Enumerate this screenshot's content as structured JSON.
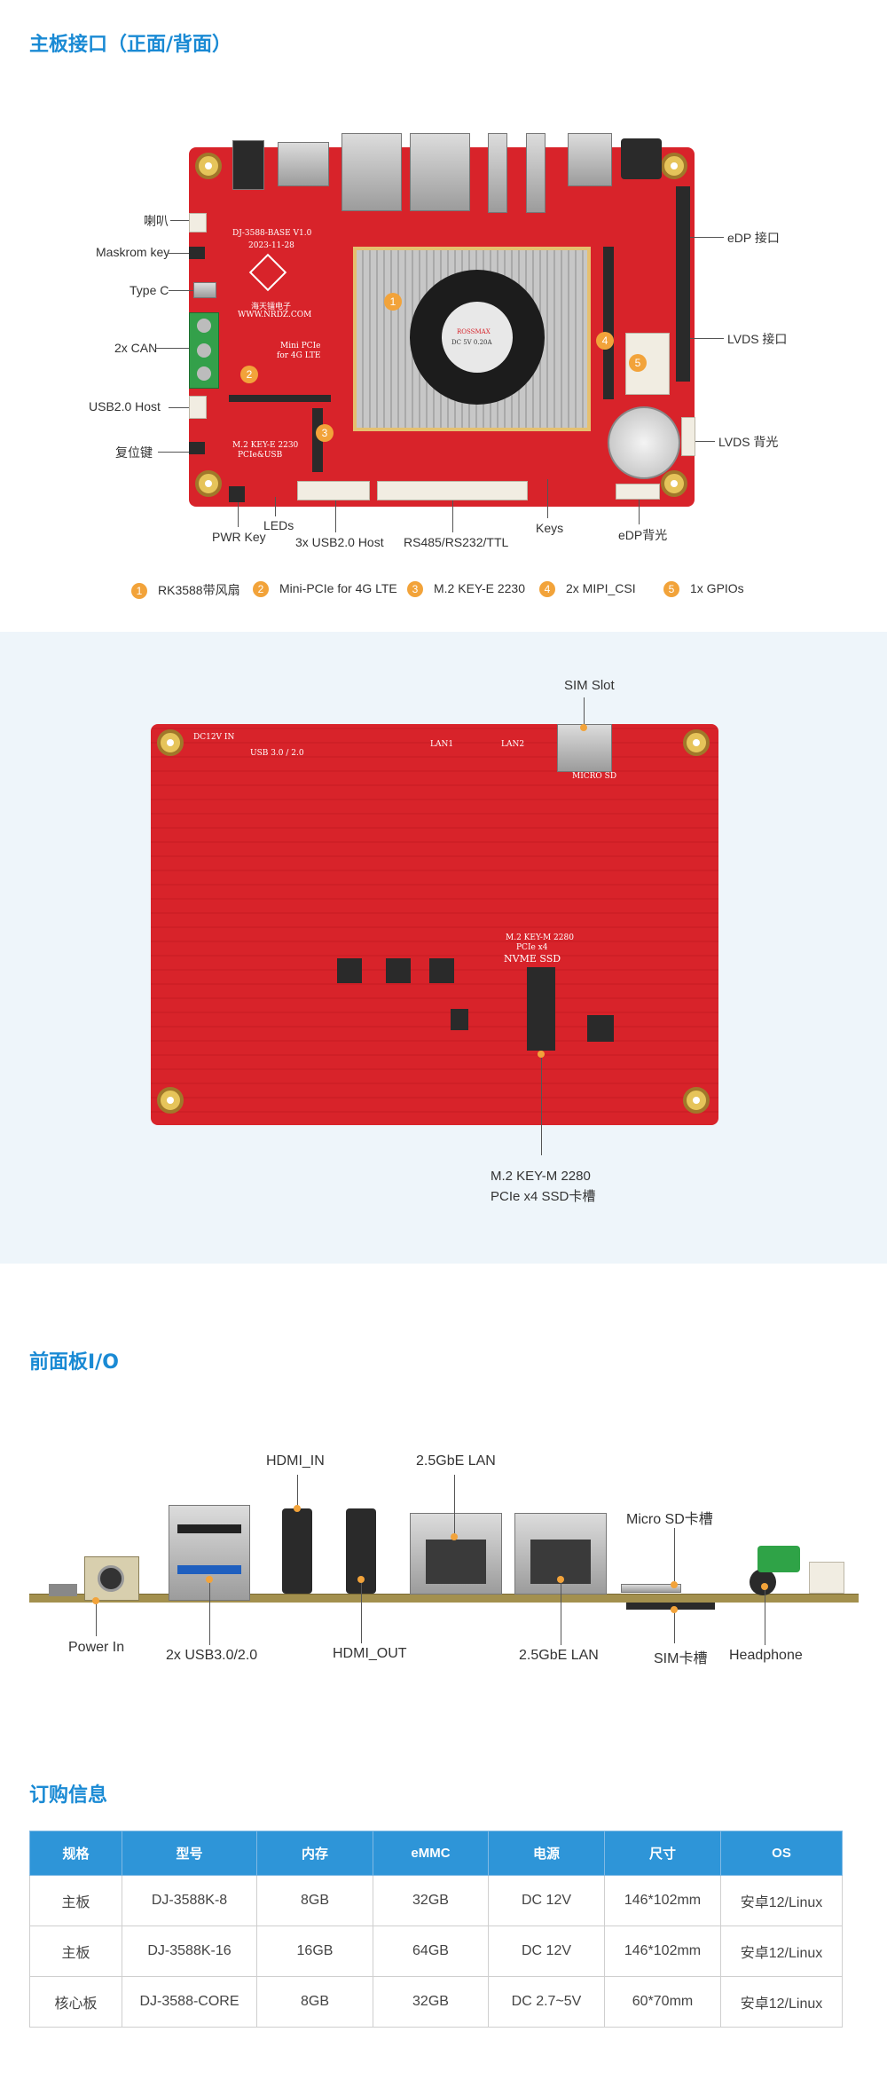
{
  "sections": {
    "front_back_title": "主板接口（正面/背面）",
    "io_title": "前面板I/O",
    "order_title": "订购信息"
  },
  "front_labels": {
    "speaker": "喇叭",
    "maskrom": "Maskrom key",
    "typec": "Type C",
    "can": "2x CAN",
    "usb2": "USB2.0 Host",
    "reset": "复位键",
    "pwr": "PWR Key",
    "leds": "LEDs",
    "usb2x3": "3x USB2.0 Host",
    "rs485": "RS485/RS232/TTL",
    "keys": "Keys",
    "edp_bl": "eDP背光",
    "edp": "eDP 接口",
    "lvds": "LVDS 接口",
    "lvds_bl": "LVDS 背光"
  },
  "silkscreen": {
    "model": "DJ-3588-BASE V1.0",
    "date": "2023-11-28",
    "brand": "海天镭电子",
    "url": "WWW.NRDZ.COM",
    "minipcie": "Mini PCIe",
    "for4g": "for 4G LTE",
    "m2e": "M.2 KEY-E 2230",
    "m2e_sub": "PCIe&USB",
    "dc": "DC12V IN",
    "usb3": "USB 3.0 / 2.0",
    "lan1": "LAN1",
    "lan2": "LAN2",
    "microsd": "MICRO SD",
    "nvme_title": "M.2 KEY-M 2280",
    "nvme_sub": "PCIe x4",
    "nvme": "NVME SSD",
    "fan1": "ROSSMAX",
    "fan2": "DC 5V 0.20A"
  },
  "legend": [
    {
      "num": "1",
      "text": "RK3588带风扇"
    },
    {
      "num": "2",
      "text": "Mini-PCIe for 4G LTE"
    },
    {
      "num": "3",
      "text": "M.2 KEY-E 2230"
    },
    {
      "num": "4",
      "text": "2x MIPI_CSI"
    },
    {
      "num": "5",
      "text": "1x GPIOs"
    }
  ],
  "back_labels": {
    "sim": "SIM Slot",
    "m2_line1": "M.2 KEY-M 2280",
    "m2_line2": "PCIe x4 SSD卡槽"
  },
  "io_labels": {
    "hdmi_in": "HDMI_IN",
    "lan_top": "2.5GbE LAN",
    "microsd": "Micro SD卡槽",
    "power": "Power In",
    "usb": "2x USB3.0/2.0",
    "hdmi_out": "HDMI_OUT",
    "lan_bottom": "2.5GbE LAN",
    "sim": "SIM卡槽",
    "headphone": "Headphone"
  },
  "table": {
    "headers": [
      "规格",
      "型号",
      "内存",
      "eMMC",
      "电源",
      "尺寸",
      "OS"
    ],
    "rows": [
      [
        "主板",
        "DJ-3588K-8",
        "8GB",
        "32GB",
        "DC 12V",
        "146*102mm",
        "安卓12/Linux"
      ],
      [
        "主板",
        "DJ-3588K-16",
        "16GB",
        "64GB",
        "DC 12V",
        "146*102mm",
        "安卓12/Linux"
      ],
      [
        "核心板",
        "DJ-3588-CORE",
        "8GB",
        "32GB",
        "DC  2.7~5V",
        "60*70mm",
        "安卓12/Linux"
      ]
    ]
  },
  "colors": {
    "accent": "#1a8ad4",
    "board": "#d8232a",
    "badge": "#f2a33a",
    "header": "#2e95d8"
  }
}
